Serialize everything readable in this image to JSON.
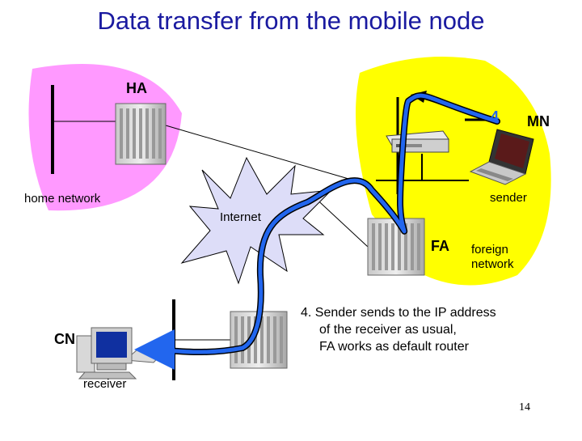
{
  "title": "Data transfer from the mobile node",
  "labels": {
    "ha": "HA",
    "mn": "MN",
    "step_number": "4",
    "home_network": "home network",
    "internet": "Internet",
    "sender": "sender",
    "fa": "FA",
    "foreign_network_line1": "foreign",
    "foreign_network_line2": "network",
    "cn": "CN",
    "receiver": "receiver"
  },
  "step": {
    "line1": "4. Sender sends to the IP address",
    "line2": "of the receiver as usual,",
    "line3": "FA works as default router"
  },
  "page_number": "14",
  "colors": {
    "title": "#1a1aa0",
    "home_network_area": "#ff99ff",
    "foreign_network_area": "#ffff00",
    "internet_cloud": "#ddddf8",
    "data_path": "#2266ee"
  }
}
